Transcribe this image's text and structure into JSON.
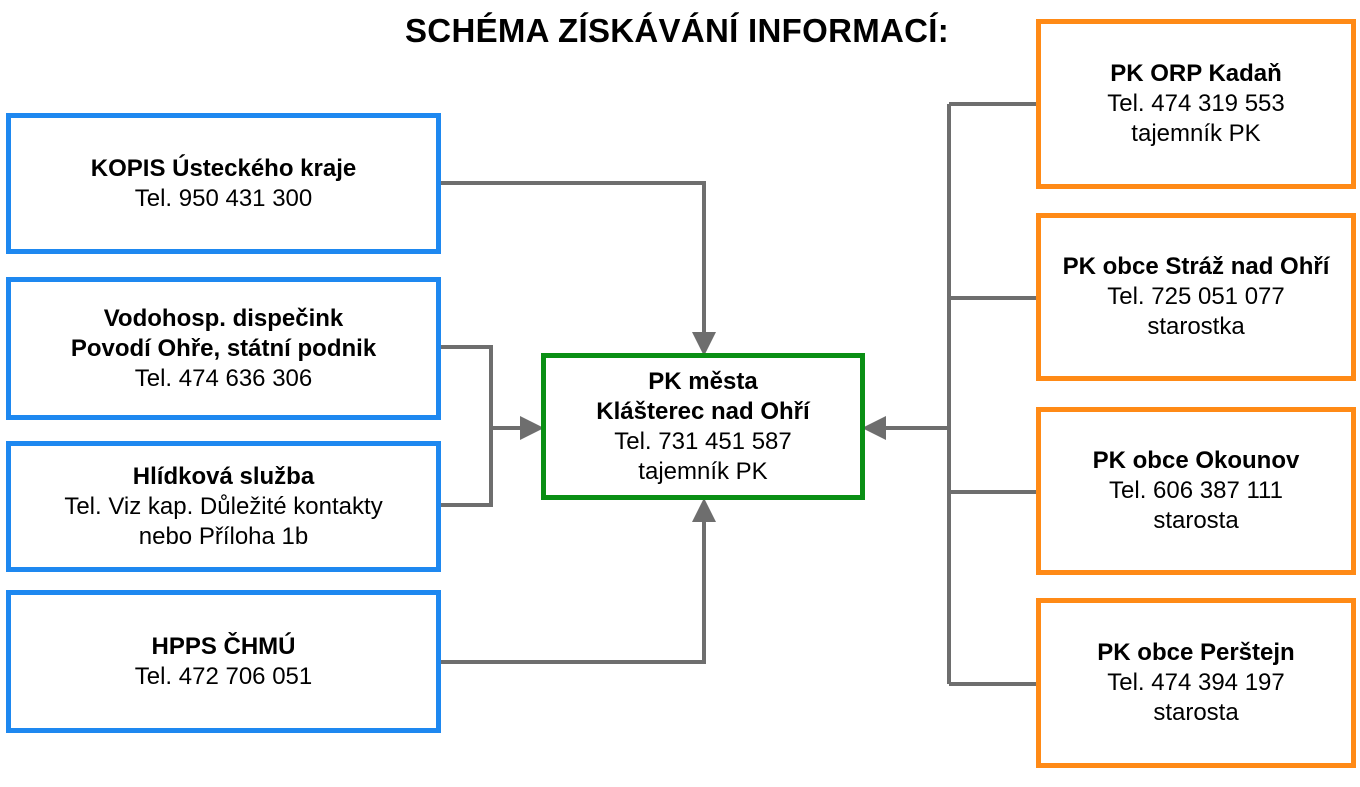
{
  "title": "SCHÉMA ZÍSKÁVÁNÍ INFORMACÍ:",
  "colors": {
    "left": "#1e88f0",
    "center": "#0a8f14",
    "right": "#ff8a16",
    "connector": "#6e6e6e"
  },
  "left_boxes": [
    {
      "name": "KOPIS Ústeckého kraje",
      "lines": [
        "Tel. 950 431 300"
      ]
    },
    {
      "name": "Vodohosp. dispečink\nPovodí Ohře, státní podnik",
      "lines": [
        "Tel. 474 636 306"
      ]
    },
    {
      "name": "Hlídková služba",
      "lines": [
        "Tel. Viz kap. Důležité kontakty",
        "nebo Příloha 1b"
      ]
    },
    {
      "name": "HPPS ČHMÚ",
      "lines": [
        "Tel. 472 706 051"
      ]
    }
  ],
  "center_box": {
    "name": "PK města\nKlášterec nad Ohří",
    "lines": [
      "Tel. 731 451 587",
      "tajemník PK"
    ]
  },
  "right_boxes": [
    {
      "name": "PK ORP Kadaň",
      "lines": [
        "Tel. 474 319 553",
        "tajemník PK"
      ]
    },
    {
      "name": "PK obce Stráž nad Ohří",
      "lines": [
        "Tel. 725 051 077",
        "starostka"
      ]
    },
    {
      "name": "PK obce Okounov",
      "lines": [
        "Tel. 606 387 111",
        "starosta"
      ]
    },
    {
      "name": "PK obce Perštejn",
      "lines": [
        "Tel. 474 394 197",
        "starosta"
      ]
    }
  ]
}
